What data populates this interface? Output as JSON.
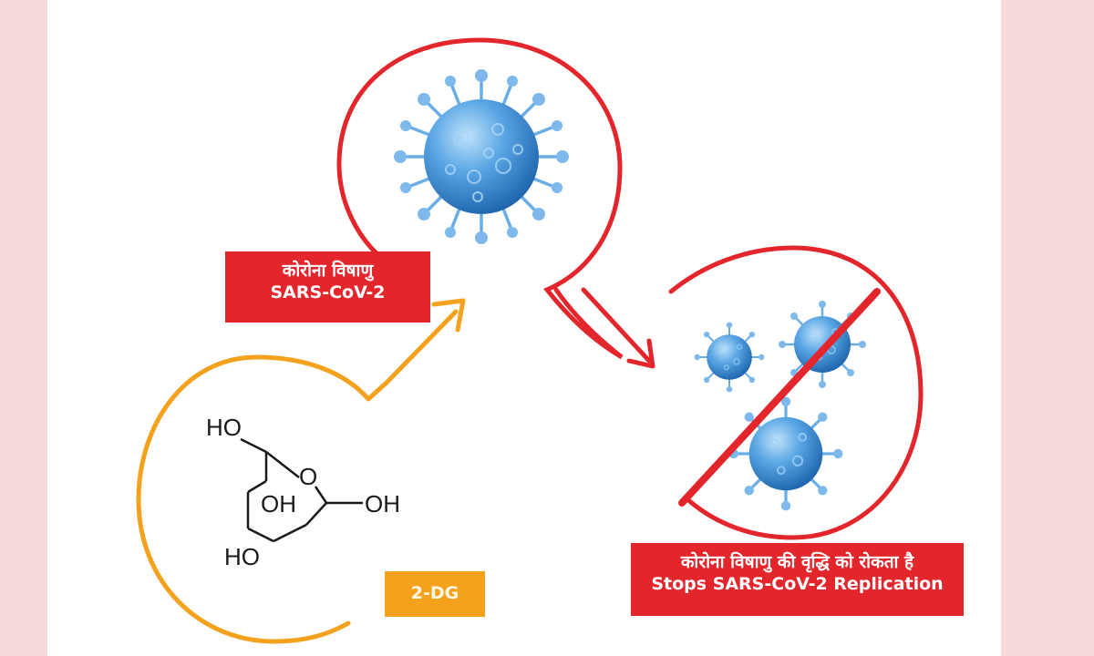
{
  "labels": {
    "virus": {
      "line1": "कोरोना विषाणु",
      "line2": "SARS-CoV-2"
    },
    "drug": "2-DG",
    "inhibition": {
      "line1": "कोरोना विषाणु की वृद्धि को रोकता है",
      "line2": "Stops SARS-CoV-2 Replication"
    }
  },
  "molecule": {
    "groups": [
      "HO",
      "O",
      "OH",
      "OH",
      "HO"
    ]
  },
  "colors": {
    "red": "#e3262c",
    "orange": "#f4a21d",
    "virus_blue": "#3b8fd6",
    "background": "#f6d9d9"
  },
  "icons": [
    "coronavirus-icon",
    "prohibition-icon",
    "arrow-icon"
  ]
}
